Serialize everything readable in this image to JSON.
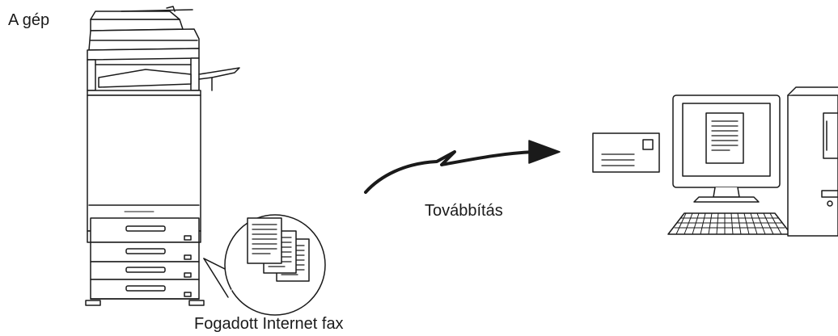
{
  "labels": {
    "machine": "A gép",
    "forward": "Továbbítás",
    "received": "Fogadott Internet fax"
  },
  "colors": {
    "line": "#1a1a1a",
    "fill": "#ffffff"
  },
  "icons": [
    "multifunction-printer-icon",
    "document-stack-icon",
    "email-envelope-icon",
    "forward-arrow-icon",
    "desktop-computer-icon"
  ]
}
